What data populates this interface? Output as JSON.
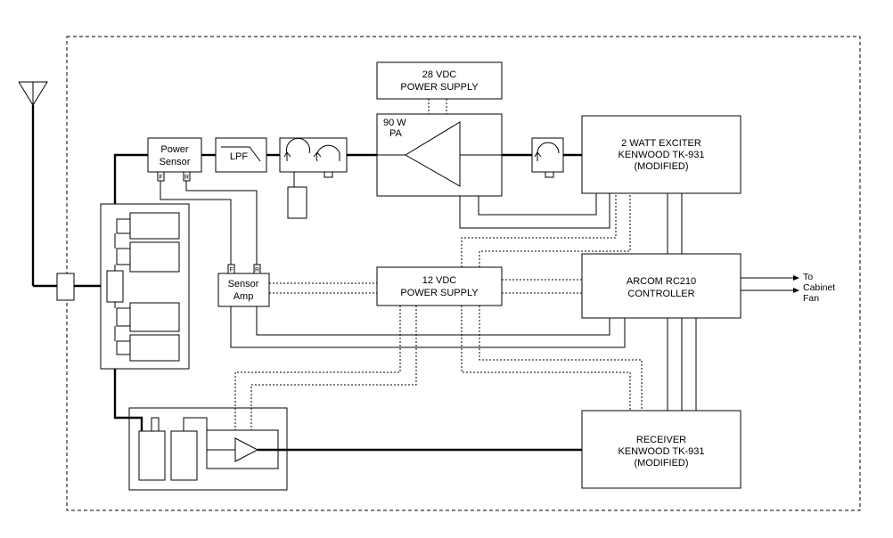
{
  "diagram": {
    "blocks": {
      "ps28": [
        "28 VDC",
        "POWER SUPPLY"
      ],
      "pa": [
        "90 W",
        "PA"
      ],
      "exciter": [
        "2 WATT EXCITER",
        "KENWOOD TK-931",
        "(MODIFIED)"
      ],
      "power_sensor": [
        "Power",
        "Sensor"
      ],
      "lpf": "LPF",
      "sensor_amp": [
        "Sensor",
        "Amp"
      ],
      "ps12": [
        "12 VDC",
        "POWER SUPPLY"
      ],
      "controller": [
        "ARCOM RC210",
        "CONTROLLER"
      ],
      "receiver": [
        "RECEIVER",
        "KENWOOD TK-931",
        "(MODIFIED)"
      ]
    },
    "fan_label": [
      "To",
      "Cabinet",
      "Fan"
    ],
    "port_label": "F",
    "port_label_r": "R"
  }
}
